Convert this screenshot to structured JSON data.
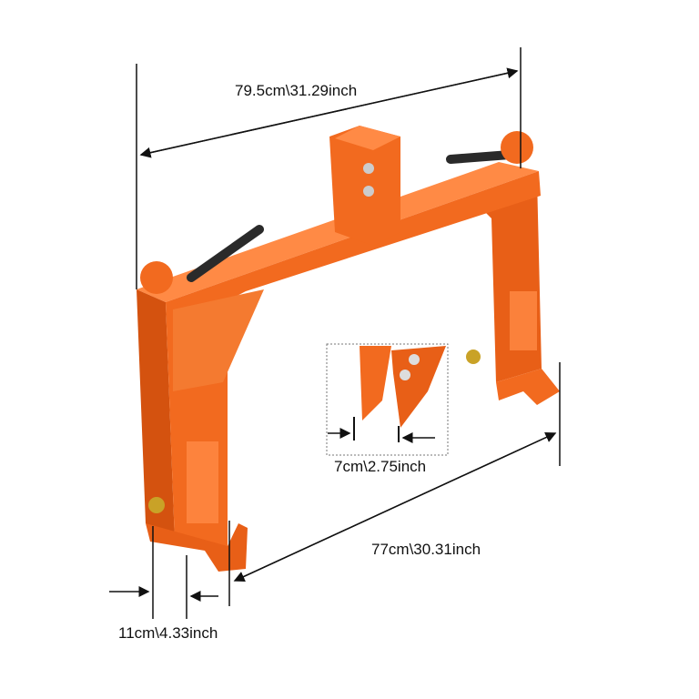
{
  "dimensions": {
    "width_top": "79.5cm\\31.29inch",
    "width_bottom": "77cm\\30.31inch",
    "hook_gap": "7cm\\2.75inch",
    "post_depth": "11cm\\4.33inch"
  },
  "colors": {
    "frame": "#f26a1f",
    "frame_dark": "#d4520f",
    "frame_light": "#ff8a45",
    "handle": "#2a2a2a"
  }
}
